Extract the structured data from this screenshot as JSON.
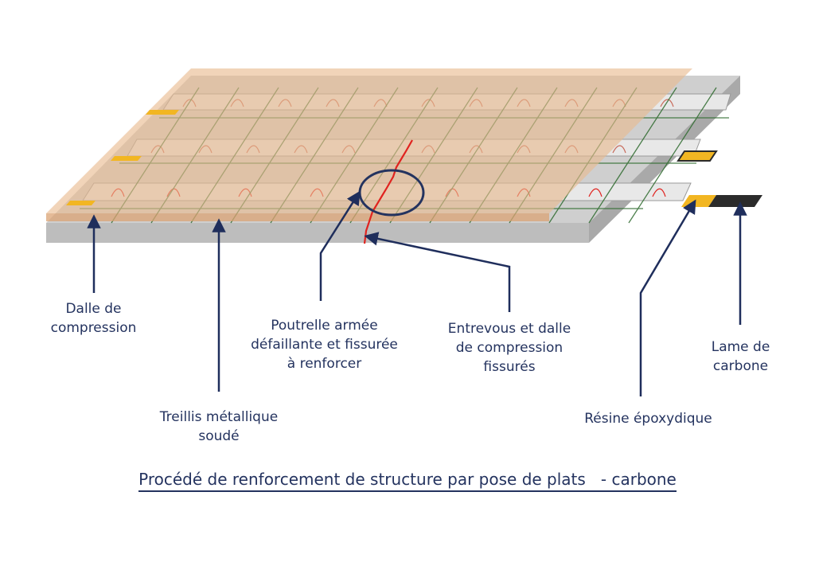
{
  "labels": {
    "dalle": [
      "Dalle de",
      "compression"
    ],
    "treillis": [
      "Treillis métallique",
      "soudé"
    ],
    "poutrelle": [
      "Poutrelle armée",
      "défaillante et fissurée",
      "à renforcer"
    ],
    "entrevous": [
      "Entrevous et dalle",
      "de compression",
      "fissurés"
    ],
    "resine": [
      "Résine époxydique"
    ],
    "lame": [
      "Lame de",
      "carbone"
    ]
  },
  "caption": "Procédé de renforcement de structure par pose de plats   - carbone",
  "colors": {
    "label_text": "#24335f",
    "arrow": "#1f2e5c",
    "slab_top": "#e9b98e",
    "concrete": "#c8c8c8",
    "mesh": "#2e6b2e",
    "crack": "#e0231f",
    "resin": "#f2b622",
    "carbon": "#2b2b2b"
  },
  "icons": {
    "crack_marker": "circle-icon",
    "pointer": "arrow-up-icon"
  }
}
